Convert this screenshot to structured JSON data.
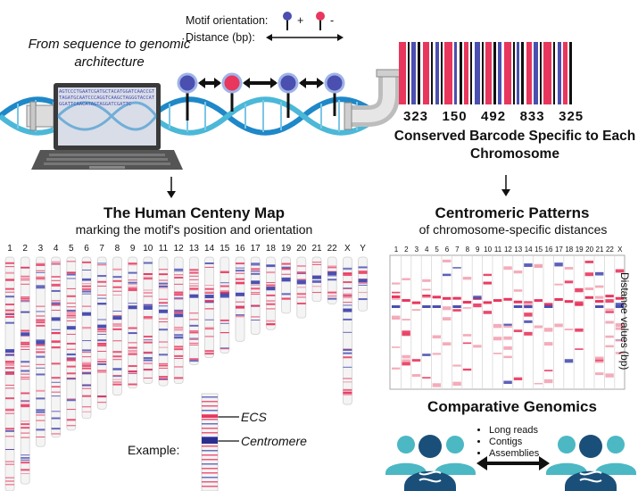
{
  "title": "approach background",
  "tagline": "From sequence to genomic architecture",
  "legend": {
    "motif_label": "Motif orientation:",
    "plus": "+",
    "minus": "-",
    "distance_label": "Distance (bp):"
  },
  "laptop_screen_text": "AGTCCCTGAATCGATGCTACATGGATCAACCGTTAGATGCAATCCCAGGTCAAGCTAGGGTACCATGGATTCAACATAGTAGGATCGATTC",
  "barcode": {
    "numbers": "323   150   492   833   325",
    "title": "Conserved Barcode Specific to Each Chromosome",
    "stripes": [
      {
        "c": "#e8365d",
        "w": 8
      },
      {
        "c": "#ffffff",
        "w": 2
      },
      {
        "c": "#111111",
        "w": 2
      },
      {
        "c": "#ffffff",
        "w": 2
      },
      {
        "c": "#4b4fb0",
        "w": 5
      },
      {
        "c": "#ffffff",
        "w": 2
      },
      {
        "c": "#111111",
        "w": 3
      },
      {
        "c": "#ffffff",
        "w": 3
      },
      {
        "c": "#e8365d",
        "w": 7
      },
      {
        "c": "#ffffff",
        "w": 2
      },
      {
        "c": "#111111",
        "w": 2
      },
      {
        "c": "#ffffff",
        "w": 3
      },
      {
        "c": "#4b4fb0",
        "w": 4
      },
      {
        "c": "#ffffff",
        "w": 2
      },
      {
        "c": "#111111",
        "w": 2
      },
      {
        "c": "#ffffff",
        "w": 2
      },
      {
        "c": "#e8365d",
        "w": 9
      },
      {
        "c": "#ffffff",
        "w": 2
      },
      {
        "c": "#4b4fb0",
        "w": 3
      },
      {
        "c": "#ffffff",
        "w": 3
      },
      {
        "c": "#111111",
        "w": 3
      },
      {
        "c": "#ffffff",
        "w": 2
      },
      {
        "c": "#e8365d",
        "w": 5
      },
      {
        "c": "#ffffff",
        "w": 2
      },
      {
        "c": "#111111",
        "w": 2
      },
      {
        "c": "#ffffff",
        "w": 3
      },
      {
        "c": "#4b4fb0",
        "w": 6
      },
      {
        "c": "#ffffff",
        "w": 2
      },
      {
        "c": "#111111",
        "w": 2
      },
      {
        "c": "#ffffff",
        "w": 2
      },
      {
        "c": "#e8365d",
        "w": 7
      },
      {
        "c": "#ffffff",
        "w": 2
      },
      {
        "c": "#111111",
        "w": 3
      },
      {
        "c": "#ffffff",
        "w": 2
      },
      {
        "c": "#4b4fb0",
        "w": 4
      },
      {
        "c": "#ffffff",
        "w": 3
      },
      {
        "c": "#e8365d",
        "w": 8
      },
      {
        "c": "#ffffff",
        "w": 2
      },
      {
        "c": "#111111",
        "w": 2
      },
      {
        "c": "#ffffff",
        "w": 2
      },
      {
        "c": "#4b4fb0",
        "w": 3
      },
      {
        "c": "#ffffff",
        "w": 2
      },
      {
        "c": "#111111",
        "w": 3
      },
      {
        "c": "#ffffff",
        "w": 3
      },
      {
        "c": "#e8365d",
        "w": 6
      },
      {
        "c": "#ffffff",
        "w": 2
      },
      {
        "c": "#4b4fb0",
        "w": 5
      },
      {
        "c": "#ffffff",
        "w": 2
      },
      {
        "c": "#111111",
        "w": 2
      },
      {
        "c": "#ffffff",
        "w": 2
      },
      {
        "c": "#e8365d",
        "w": 9
      },
      {
        "c": "#ffffff",
        "w": 2
      },
      {
        "c": "#111111",
        "w": 2
      },
      {
        "c": "#ffffff",
        "w": 3
      },
      {
        "c": "#4b4fb0",
        "w": 4
      },
      {
        "c": "#ffffff",
        "w": 2
      },
      {
        "c": "#e8365d",
        "w": 5
      },
      {
        "c": "#ffffff",
        "w": 2
      },
      {
        "c": "#111111",
        "w": 3
      },
      {
        "c": "#ffffff",
        "w": 2
      }
    ]
  },
  "centeny_map": {
    "title": "The Human Centeny Map",
    "subtitle": "marking the motif's position and orientation",
    "chromosomes": [
      "1",
      "2",
      "3",
      "4",
      "5",
      "6",
      "7",
      "8",
      "9",
      "10",
      "11",
      "12",
      "13",
      "14",
      "15",
      "16",
      "17",
      "18",
      "19",
      "20",
      "21",
      "22",
      "X",
      "Y"
    ],
    "relative_lengths": [
      1.0,
      0.97,
      0.81,
      0.77,
      0.74,
      0.69,
      0.65,
      0.59,
      0.56,
      0.54,
      0.55,
      0.54,
      0.46,
      0.43,
      0.41,
      0.36,
      0.33,
      0.31,
      0.24,
      0.26,
      0.19,
      0.2,
      0.63,
      0.23
    ]
  },
  "example": {
    "label": "Example:",
    "ecs": "ECS",
    "centromere": "Centromere"
  },
  "centromeric_patterns": {
    "title": "Centromeric Patterns",
    "subtitle": "of chromosome-specific distances",
    "axis_label": "Distance values (bp)",
    "chromosomes": [
      "1",
      "2",
      "3",
      "4",
      "5",
      "6",
      "7",
      "8",
      "9",
      "10",
      "11",
      "12",
      "13",
      "14",
      "15",
      "16",
      "17",
      "18",
      "19",
      "20",
      "21",
      "22",
      "X"
    ]
  },
  "comparative": {
    "title": "Comparative Genomics",
    "bullets": [
      "Long reads",
      "Contigs",
      "Assemblies"
    ]
  },
  "colors": {
    "red": "#e8365d",
    "blue": "#4b4fb0",
    "dna_blue": "#1e88c8",
    "teal": "#4bb8c4",
    "navy": "#1a4f7a"
  }
}
